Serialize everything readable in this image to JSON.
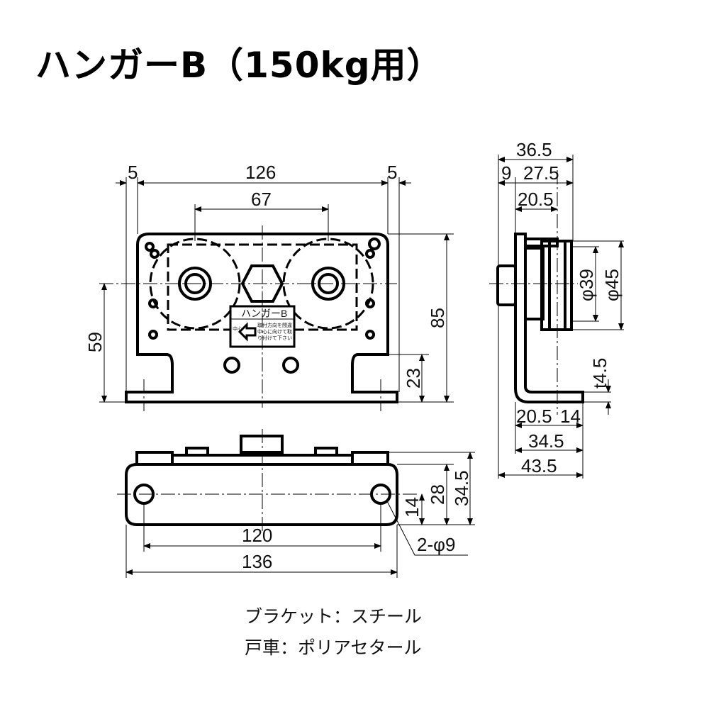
{
  "title": "ハンガーB（150kg用）",
  "front_view": {
    "dims": {
      "left_margin": "5",
      "width": "126",
      "right_margin": "5",
      "wheel_pitch": "67",
      "height_total": "85",
      "axle_height": "59",
      "leg_height": "23"
    },
    "label_plate": {
      "name": "ハンガーB",
      "side": "中心",
      "line1": "取付方向を間違",
      "line2": "中心に向けて取",
      "line3": "り付けて下さい"
    }
  },
  "bottom_view": {
    "dims": {
      "hole_pitch": "120",
      "length": "136",
      "hole_offset": "14",
      "depth_inner": "28",
      "depth_total": "34.5",
      "holes": "2-φ9"
    }
  },
  "side_view": {
    "dims": {
      "top_total": "36.5",
      "top_a": "9",
      "top_b": "27.5",
      "wheel_offset": "20.5",
      "wheel_inner_dia": "φ39",
      "wheel_outer_dia": "φ45",
      "thickness": "t4.5",
      "foot_a": "20.5",
      "foot_b": "14",
      "foot_c": "34.5",
      "foot_total": "43.5"
    }
  },
  "notes": {
    "bracket": "ブラケット：スチール",
    "wheel": "戸車：ポリアセタール"
  }
}
